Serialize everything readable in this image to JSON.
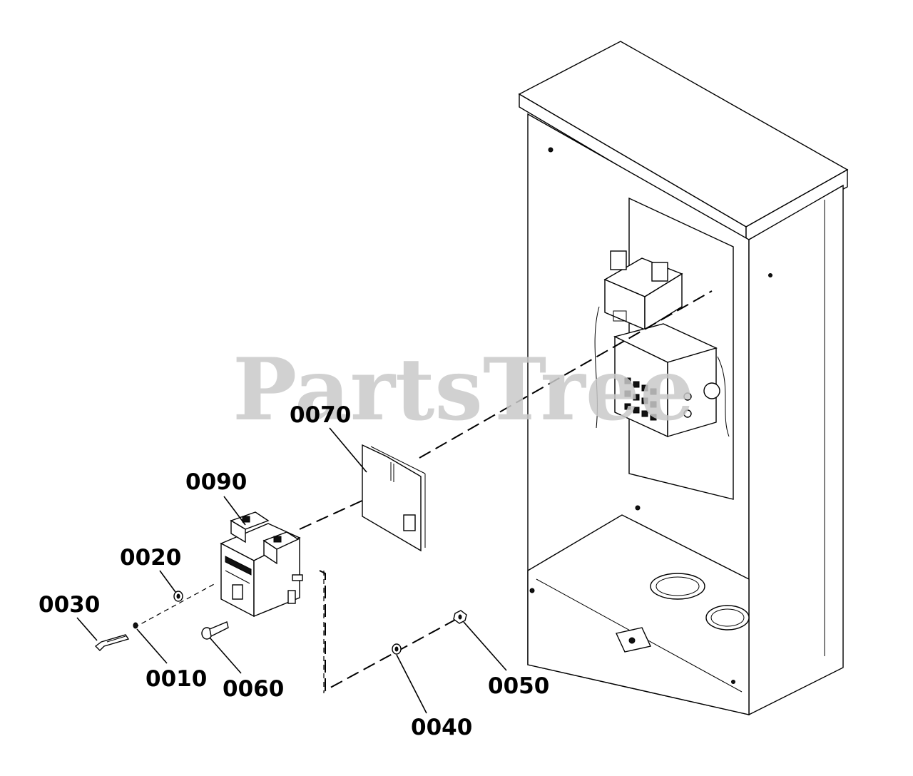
{
  "watermark": "PartsTree",
  "callouts": [
    {
      "id": "0010",
      "label": "0010"
    },
    {
      "id": "0020",
      "label": "0020"
    },
    {
      "id": "0030",
      "label": "0030"
    },
    {
      "id": "0040",
      "label": "0040"
    },
    {
      "id": "0050",
      "label": "0050"
    },
    {
      "id": "0060",
      "label": "0060"
    },
    {
      "id": "0070",
      "label": "0070"
    },
    {
      "id": "0090",
      "label": "0090"
    }
  ]
}
